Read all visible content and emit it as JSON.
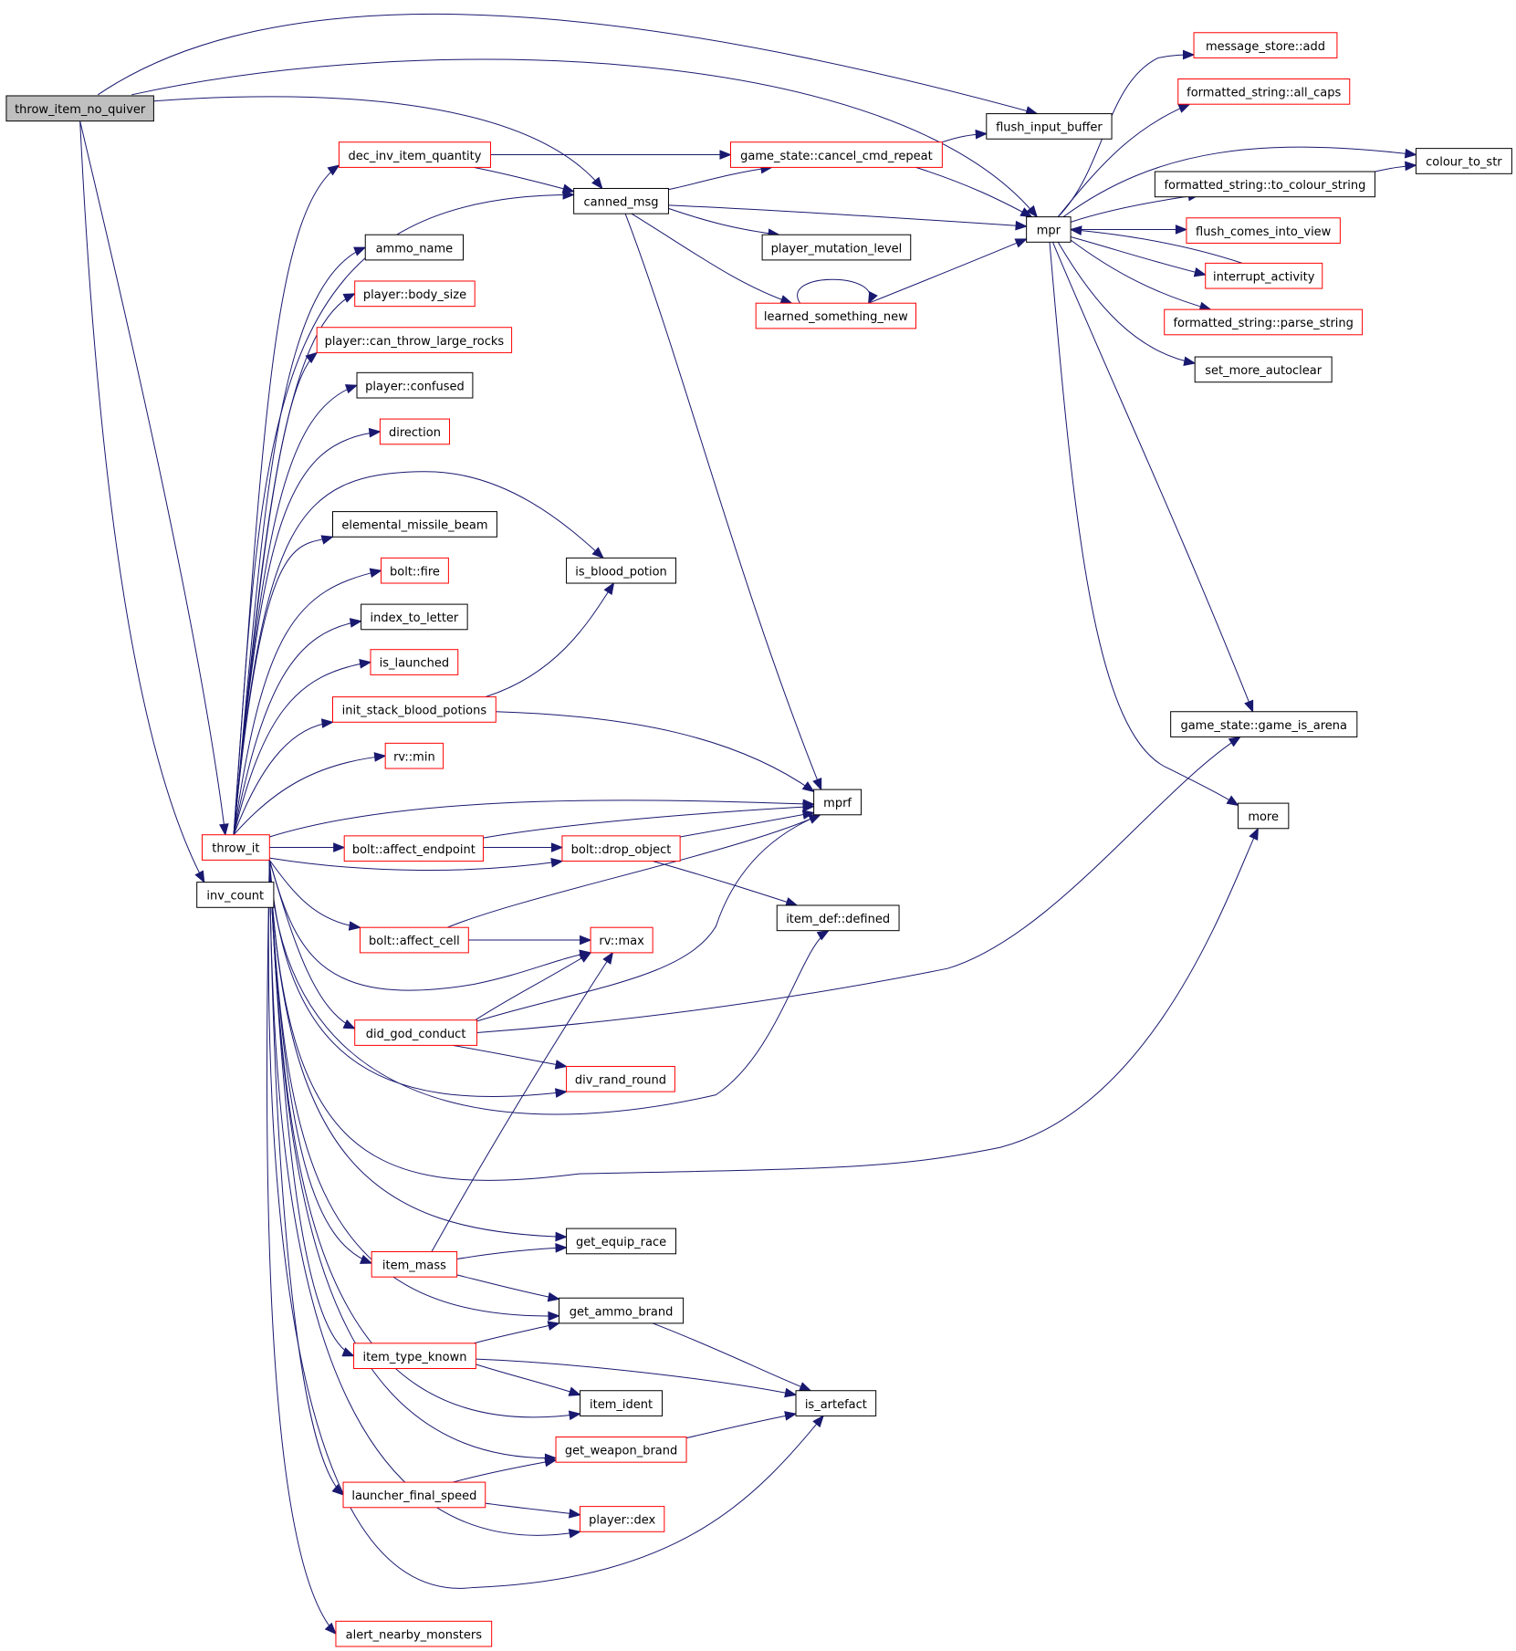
{
  "title": "",
  "colors": {
    "edge": "#191970",
    "root_fill": "#bfbfbf",
    "root_border": "#000000",
    "documented_border": "#000000",
    "undocumented_border": "#ff0000",
    "background": "#ffffff"
  },
  "nodes": [
    {
      "id": "throw_item_no_quiver",
      "label": "throw_item_no_quiver",
      "kind": "root"
    },
    {
      "id": "flush_input_buffer",
      "label": "flush_input_buffer",
      "kind": "documented"
    },
    {
      "id": "canned_msg",
      "label": "canned_msg",
      "kind": "documented"
    },
    {
      "id": "mpr",
      "label": "mpr",
      "kind": "documented"
    },
    {
      "id": "throw_it",
      "label": "throw_it",
      "kind": "linked"
    },
    {
      "id": "inv_count",
      "label": "inv_count",
      "kind": "documented"
    },
    {
      "id": "dec_inv_item_quantity",
      "label": "dec_inv_item_quantity",
      "kind": "linked"
    },
    {
      "id": "ammo_name",
      "label": "ammo_name",
      "kind": "documented"
    },
    {
      "id": "player_body_size",
      "label": "player::body_size",
      "kind": "linked"
    },
    {
      "id": "player_can_throw_large_rocks",
      "label": "player::can_throw_large_rocks",
      "kind": "linked"
    },
    {
      "id": "player_confused",
      "label": "player::confused",
      "kind": "documented"
    },
    {
      "id": "direction",
      "label": "direction",
      "kind": "linked"
    },
    {
      "id": "elemental_missile_beam",
      "label": "elemental_missile_beam",
      "kind": "documented"
    },
    {
      "id": "bolt_fire",
      "label": "bolt::fire",
      "kind": "linked"
    },
    {
      "id": "index_to_letter",
      "label": "index_to_letter",
      "kind": "documented"
    },
    {
      "id": "is_launched",
      "label": "is_launched",
      "kind": "linked"
    },
    {
      "id": "init_stack_blood_potions",
      "label": "init_stack_blood_potions",
      "kind": "linked"
    },
    {
      "id": "rv_min",
      "label": "rv::min",
      "kind": "linked"
    },
    {
      "id": "bolt_affect_endpoint",
      "label": "bolt::affect_endpoint",
      "kind": "linked"
    },
    {
      "id": "bolt_affect_cell",
      "label": "bolt::affect_cell",
      "kind": "linked"
    },
    {
      "id": "did_god_conduct",
      "label": "did_god_conduct",
      "kind": "linked"
    },
    {
      "id": "item_mass",
      "label": "item_mass",
      "kind": "linked"
    },
    {
      "id": "item_type_known",
      "label": "item_type_known",
      "kind": "linked"
    },
    {
      "id": "launcher_final_speed",
      "label": "launcher_final_speed",
      "kind": "linked"
    },
    {
      "id": "alert_nearby_monsters",
      "label": "alert_nearby_monsters",
      "kind": "linked"
    },
    {
      "id": "game_state_cancel_cmd_repeat",
      "label": "game_state::cancel_cmd_repeat",
      "kind": "linked"
    },
    {
      "id": "player_mutation_level",
      "label": "player_mutation_level",
      "kind": "documented"
    },
    {
      "id": "learned_something_new",
      "label": "learned_something_new",
      "kind": "linked"
    },
    {
      "id": "is_blood_potion",
      "label": "is_blood_potion",
      "kind": "documented"
    },
    {
      "id": "mprf",
      "label": "mprf",
      "kind": "documented"
    },
    {
      "id": "bolt_drop_object",
      "label": "bolt::drop_object",
      "kind": "linked"
    },
    {
      "id": "item_def_defined",
      "label": "item_def::defined",
      "kind": "documented"
    },
    {
      "id": "rv_max",
      "label": "rv::max",
      "kind": "linked"
    },
    {
      "id": "div_rand_round",
      "label": "div_rand_round",
      "kind": "linked"
    },
    {
      "id": "get_equip_race",
      "label": "get_equip_race",
      "kind": "documented"
    },
    {
      "id": "get_ammo_brand",
      "label": "get_ammo_brand",
      "kind": "documented"
    },
    {
      "id": "item_ident",
      "label": "item_ident",
      "kind": "documented"
    },
    {
      "id": "is_artefact",
      "label": "is_artefact",
      "kind": "documented"
    },
    {
      "id": "get_weapon_brand",
      "label": "get_weapon_brand",
      "kind": "linked"
    },
    {
      "id": "player_dex",
      "label": "player::dex",
      "kind": "linked"
    },
    {
      "id": "message_store_add",
      "label": "message_store::add",
      "kind": "linked"
    },
    {
      "id": "formatted_string_all_caps",
      "label": "formatted_string::all_caps",
      "kind": "linked"
    },
    {
      "id": "colour_to_str",
      "label": "colour_to_str",
      "kind": "documented"
    },
    {
      "id": "formatted_string_to_colour_string",
      "label": "formatted_string::to_colour_string",
      "kind": "documented"
    },
    {
      "id": "flush_comes_into_view",
      "label": "flush_comes_into_view",
      "kind": "linked"
    },
    {
      "id": "interrupt_activity",
      "label": "interrupt_activity",
      "kind": "linked"
    },
    {
      "id": "formatted_string_parse_string",
      "label": "formatted_string::parse_string",
      "kind": "linked"
    },
    {
      "id": "set_more_autoclear",
      "label": "set_more_autoclear",
      "kind": "documented"
    },
    {
      "id": "game_state_game_is_arena",
      "label": "game_state::game_is_arena",
      "kind": "documented"
    },
    {
      "id": "more",
      "label": "more",
      "kind": "documented"
    }
  ],
  "edges": [
    [
      "throw_item_no_quiver",
      "flush_input_buffer"
    ],
    [
      "throw_item_no_quiver",
      "mpr"
    ],
    [
      "throw_item_no_quiver",
      "canned_msg"
    ],
    [
      "throw_item_no_quiver",
      "throw_it"
    ],
    [
      "throw_item_no_quiver",
      "inv_count"
    ],
    [
      "throw_it",
      "dec_inv_item_quantity"
    ],
    [
      "throw_it",
      "canned_msg"
    ],
    [
      "throw_it",
      "ammo_name"
    ],
    [
      "throw_it",
      "player_body_size"
    ],
    [
      "throw_it",
      "player_can_throw_large_rocks"
    ],
    [
      "throw_it",
      "player_confused"
    ],
    [
      "throw_it",
      "direction"
    ],
    [
      "throw_it",
      "is_blood_potion"
    ],
    [
      "throw_it",
      "elemental_missile_beam"
    ],
    [
      "throw_it",
      "bolt_fire"
    ],
    [
      "throw_it",
      "index_to_letter"
    ],
    [
      "throw_it",
      "is_launched"
    ],
    [
      "throw_it",
      "init_stack_blood_potions"
    ],
    [
      "throw_it",
      "rv_min"
    ],
    [
      "throw_it",
      "mprf"
    ],
    [
      "throw_it",
      "bolt_affect_endpoint"
    ],
    [
      "throw_it",
      "bolt_drop_object"
    ],
    [
      "throw_it",
      "bolt_affect_cell"
    ],
    [
      "throw_it",
      "rv_max"
    ],
    [
      "throw_it",
      "did_god_conduct"
    ],
    [
      "throw_it",
      "div_rand_round"
    ],
    [
      "throw_it",
      "item_def_defined"
    ],
    [
      "throw_it",
      "more"
    ],
    [
      "throw_it",
      "get_equip_race"
    ],
    [
      "throw_it",
      "item_mass"
    ],
    [
      "throw_it",
      "get_ammo_brand"
    ],
    [
      "throw_it",
      "item_type_known"
    ],
    [
      "throw_it",
      "item_ident"
    ],
    [
      "throw_it",
      "get_weapon_brand"
    ],
    [
      "throw_it",
      "launcher_final_speed"
    ],
    [
      "throw_it",
      "player_dex"
    ],
    [
      "throw_it",
      "is_artefact"
    ],
    [
      "throw_it",
      "alert_nearby_monsters"
    ],
    [
      "dec_inv_item_quantity",
      "game_state_cancel_cmd_repeat"
    ],
    [
      "dec_inv_item_quantity",
      "canned_msg"
    ],
    [
      "canned_msg",
      "game_state_cancel_cmd_repeat"
    ],
    [
      "canned_msg",
      "mpr"
    ],
    [
      "canned_msg",
      "player_mutation_level"
    ],
    [
      "canned_msg",
      "learned_something_new"
    ],
    [
      "canned_msg",
      "mprf"
    ],
    [
      "game_state_cancel_cmd_repeat",
      "flush_input_buffer"
    ],
    [
      "game_state_cancel_cmd_repeat",
      "mpr"
    ],
    [
      "learned_something_new",
      "learned_something_new"
    ],
    [
      "learned_something_new",
      "mpr"
    ],
    [
      "init_stack_blood_potions",
      "is_blood_potion"
    ],
    [
      "init_stack_blood_potions",
      "mprf"
    ],
    [
      "bolt_affect_endpoint",
      "mprf"
    ],
    [
      "bolt_affect_endpoint",
      "bolt_drop_object"
    ],
    [
      "bolt_drop_object",
      "mprf"
    ],
    [
      "bolt_drop_object",
      "item_def_defined"
    ],
    [
      "bolt_affect_cell",
      "mprf"
    ],
    [
      "bolt_affect_cell",
      "rv_max"
    ],
    [
      "did_god_conduct",
      "rv_max"
    ],
    [
      "did_god_conduct",
      "mprf"
    ],
    [
      "did_god_conduct",
      "game_state_game_is_arena"
    ],
    [
      "did_god_conduct",
      "div_rand_round"
    ],
    [
      "item_mass",
      "rv_max"
    ],
    [
      "item_mass",
      "get_equip_race"
    ],
    [
      "item_mass",
      "get_ammo_brand"
    ],
    [
      "get_ammo_brand",
      "is_artefact"
    ],
    [
      "item_type_known",
      "get_ammo_brand"
    ],
    [
      "item_type_known",
      "is_artefact"
    ],
    [
      "item_type_known",
      "item_ident"
    ],
    [
      "get_weapon_brand",
      "is_artefact"
    ],
    [
      "launcher_final_speed",
      "get_weapon_brand"
    ],
    [
      "launcher_final_speed",
      "player_dex"
    ],
    [
      "mpr",
      "message_store_add"
    ],
    [
      "mpr",
      "formatted_string_all_caps"
    ],
    [
      "mpr",
      "colour_to_str"
    ],
    [
      "mpr",
      "formatted_string_to_colour_string"
    ],
    [
      "mpr",
      "flush_comes_into_view"
    ],
    [
      "mpr",
      "interrupt_activity"
    ],
    [
      "mpr",
      "formatted_string_parse_string"
    ],
    [
      "mpr",
      "set_more_autoclear"
    ],
    [
      "mpr",
      "game_state_game_is_arena"
    ],
    [
      "mpr",
      "more"
    ],
    [
      "formatted_string_to_colour_string",
      "colour_to_str"
    ],
    [
      "interrupt_activity",
      "mpr"
    ]
  ]
}
